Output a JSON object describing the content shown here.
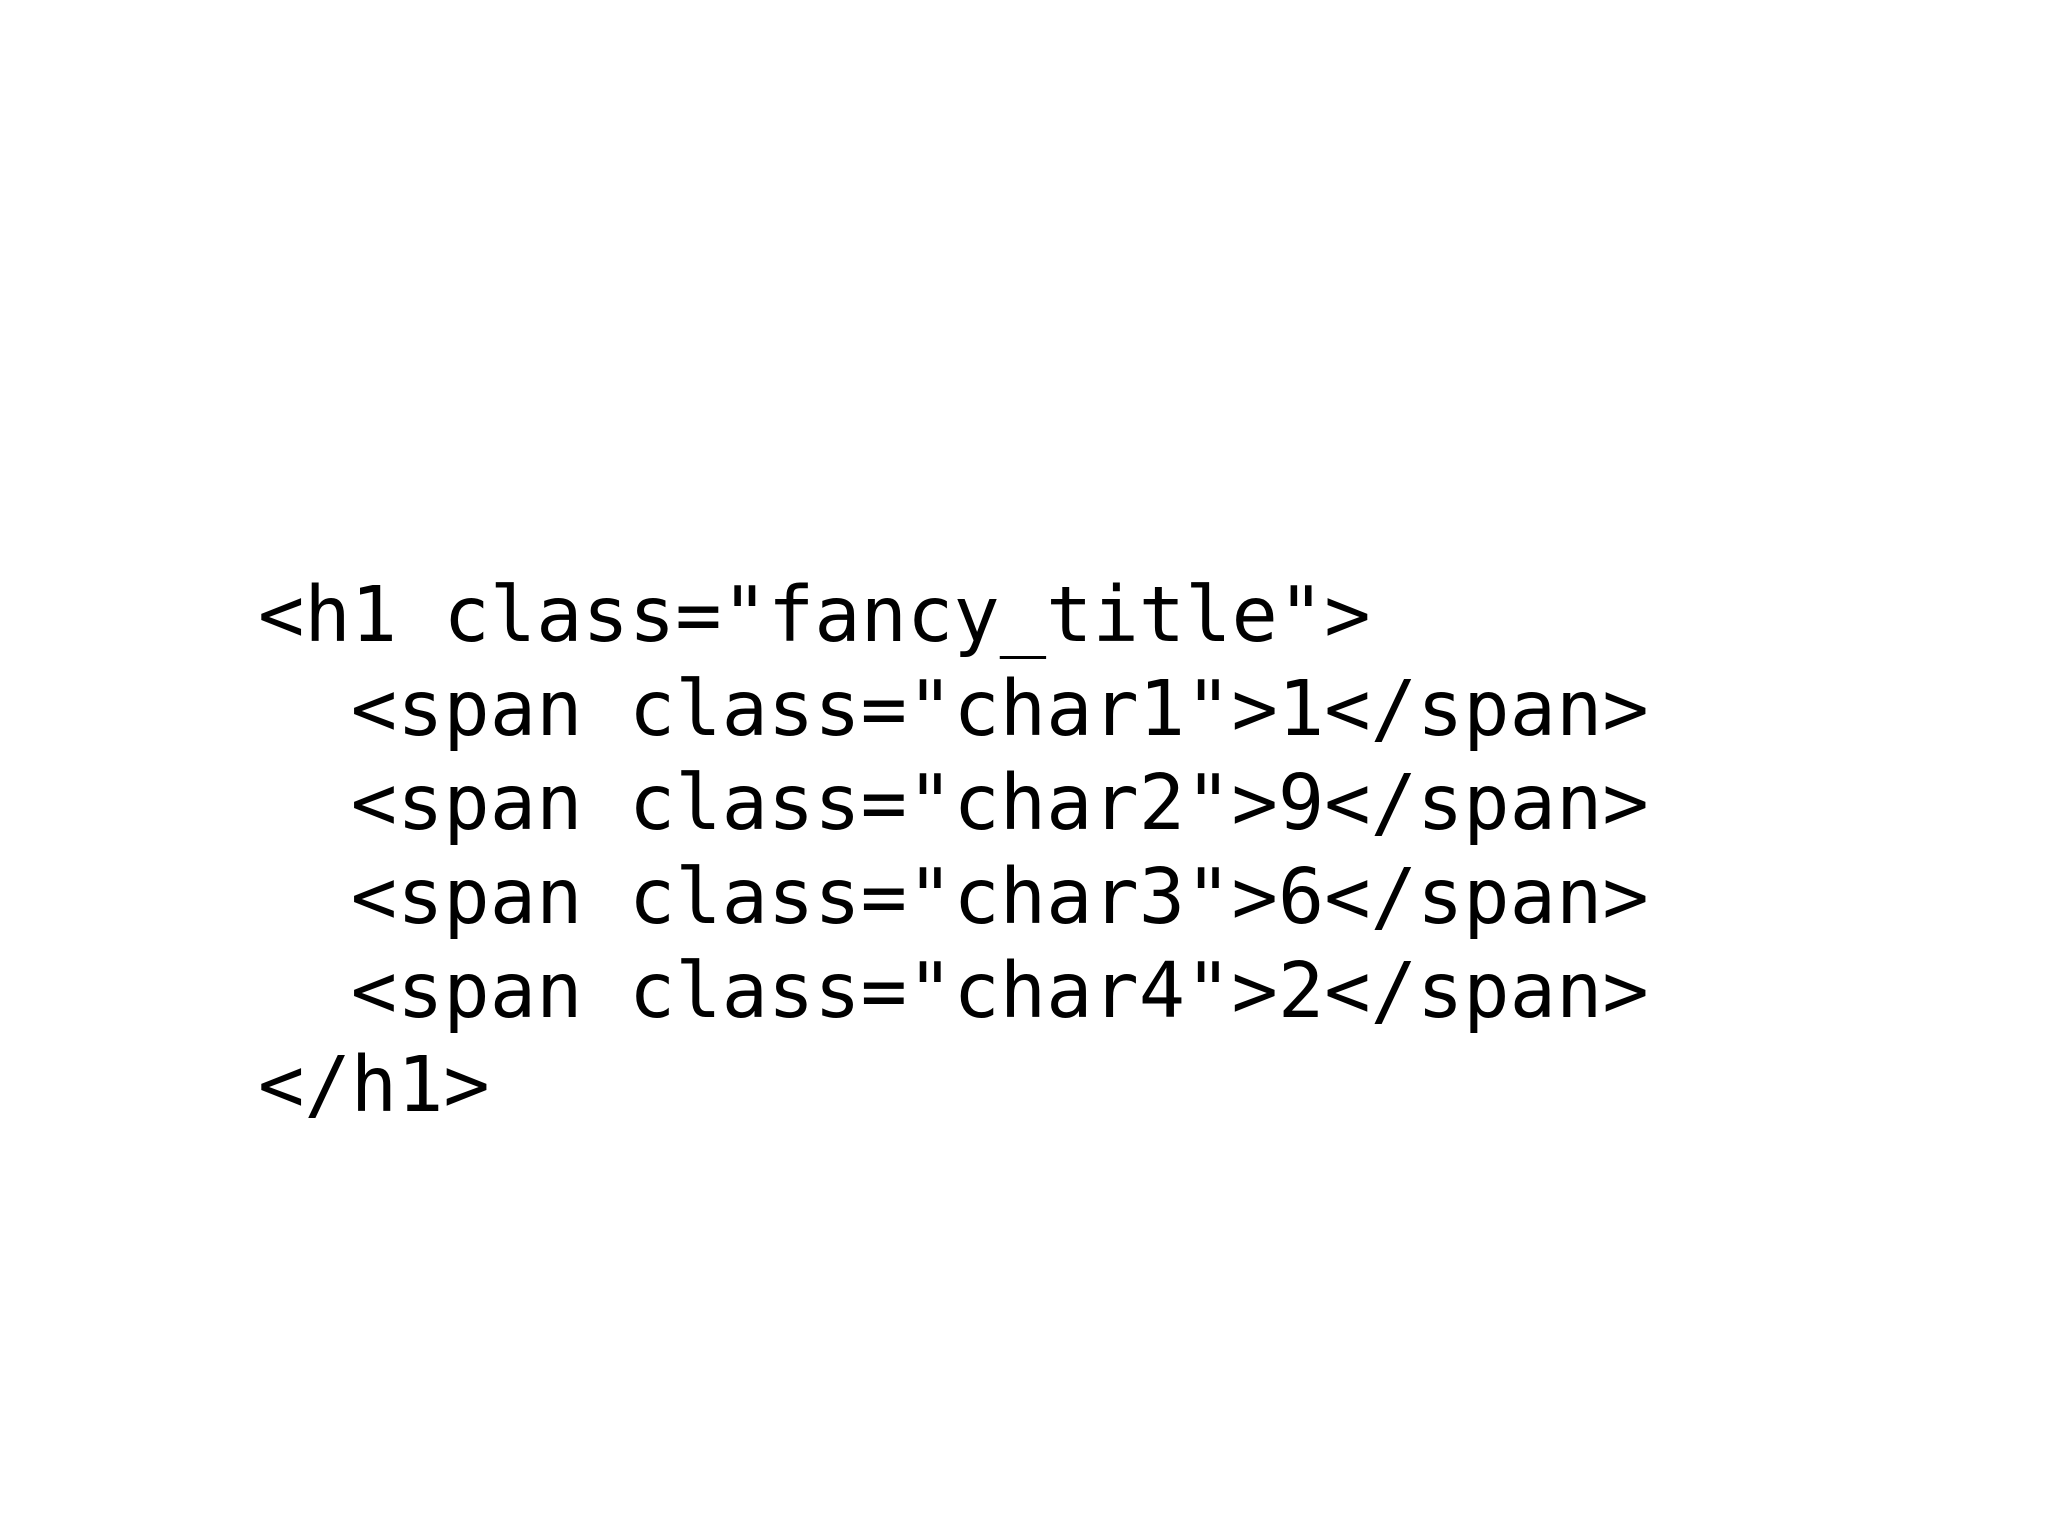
{
  "page": {
    "background_color": "#ffffff",
    "text_color": "#000000",
    "kind": "code-snippet"
  },
  "code_snippet": {
    "language": "html",
    "element_tag": "h1",
    "element_class": "fancy_title",
    "indent_unit": "  ",
    "lines": [
      {
        "indent": 0,
        "text": "<h1 class=\"fancy_title\">"
      },
      {
        "indent": 1,
        "text": "  <span class=\"char1\">1</span>"
      },
      {
        "indent": 1,
        "text": "  <span class=\"char2\">9</span>"
      },
      {
        "indent": 1,
        "text": "  <span class=\"char3\">6</span>"
      },
      {
        "indent": 1,
        "text": "  <span class=\"char4\">2</span>"
      },
      {
        "indent": 0,
        "text": "</h1>"
      }
    ],
    "spans": [
      {
        "class_name": "char1",
        "character": "1"
      },
      {
        "class_name": "char2",
        "character": "9"
      },
      {
        "class_name": "char3",
        "character": "6"
      },
      {
        "class_name": "char4",
        "character": "2"
      }
    ],
    "rendered_title_text": "1962"
  }
}
